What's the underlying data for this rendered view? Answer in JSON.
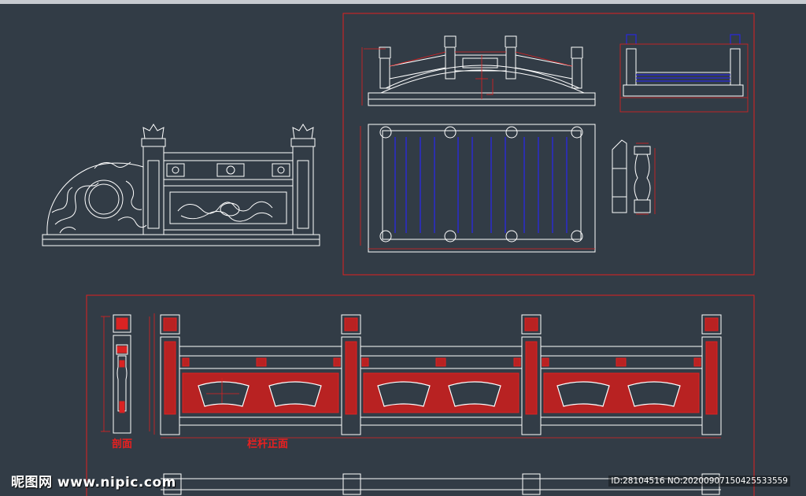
{
  "drawing": {
    "labels": {
      "section": "剖面",
      "elevation": "栏杆正面"
    }
  },
  "watermark": {
    "site": "昵图网 www.nipic.com",
    "id_text": "ID:28104516 NO:20200907150425533559"
  },
  "colors": {
    "background": "#323c46",
    "line": "#ffffff",
    "frame": "#e02020",
    "accent_blue": "#2a2ad8"
  }
}
